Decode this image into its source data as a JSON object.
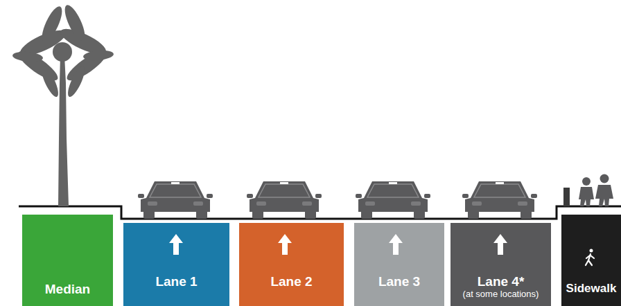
{
  "diagram": {
    "nodes": [
      {
        "text": [
          "Median"
        ]
      },
      {
        "text": [
          "Lane 1"
        ]
      },
      {
        "text": [
          "Lane 2"
        ]
      },
      {
        "text": [
          "Lane 3"
        ]
      },
      {
        "text": [
          "Lane 4*",
          "(at some locations)"
        ]
      },
      {
        "text": [
          "Sidewalk"
        ]
      }
    ]
  }
}
